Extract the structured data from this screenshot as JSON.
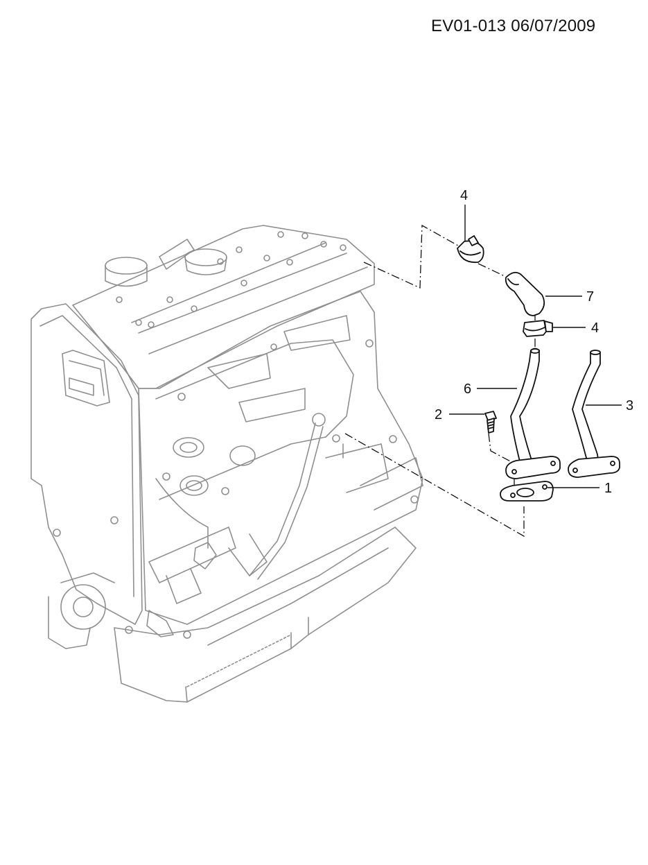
{
  "header": {
    "reference": "EV01-013 06/07/2009"
  },
  "callouts": [
    {
      "id": "c4a",
      "number": "4"
    },
    {
      "id": "c7",
      "number": "7"
    },
    {
      "id": "c4b",
      "number": "4"
    },
    {
      "id": "c6",
      "number": "6"
    },
    {
      "id": "c3",
      "number": "3"
    },
    {
      "id": "c2",
      "number": "2"
    },
    {
      "id": "c1",
      "number": "1"
    }
  ],
  "colors": {
    "engine_line": "#8f8f8f",
    "part_line": "#111111",
    "background": "#ffffff"
  }
}
